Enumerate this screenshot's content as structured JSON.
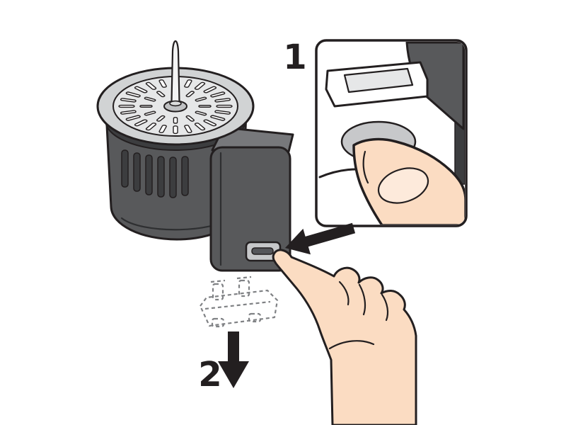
{
  "figure": {
    "type": "instruction-illustration",
    "background": "#ffffff",
    "step1": {
      "label": "1"
    },
    "step2": {
      "label": "2"
    },
    "colors": {
      "outline": "#231f20",
      "body_dark": "#58595b",
      "body_darker": "#3c3d3f",
      "body_light": "#77787b",
      "disc_light": "#d1d3d4",
      "disc_inner": "#e6e7e8",
      "latch_gray": "#c7c8ca",
      "skin": "#fbdcc2",
      "skin_light": "#fdeadb",
      "dashed_gray": "#808285",
      "white": "#ffffff"
    }
  }
}
